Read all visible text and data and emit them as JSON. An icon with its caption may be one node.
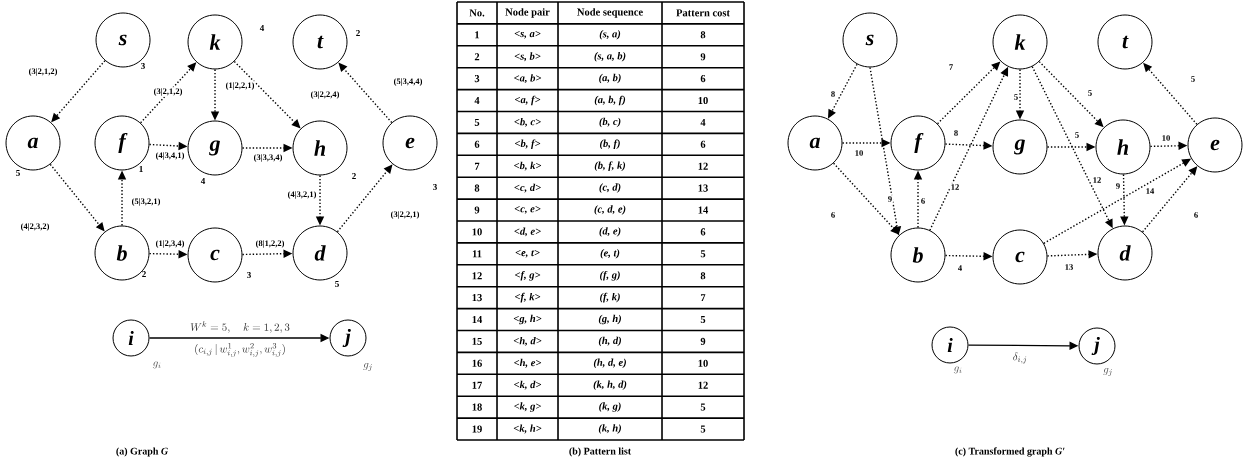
{
  "diagram": {
    "nodes": [
      {
        "text": [
          "s"
        ],
        "beside": [
          "3"
        ]
      },
      {
        "text": [
          "k"
        ],
        "beside": [
          "4"
        ]
      },
      {
        "text": [
          "t"
        ],
        "beside": [
          "2"
        ]
      },
      {
        "text": [
          "a"
        ],
        "beside": [
          "5"
        ]
      },
      {
        "text": [
          "f"
        ],
        "beside": [
          "1"
        ]
      },
      {
        "text": [
          "g"
        ],
        "beside": [
          "4"
        ]
      },
      {
        "text": [
          "h"
        ],
        "beside": [
          "2"
        ]
      },
      {
        "text": [
          "e"
        ],
        "beside": [
          "3"
        ]
      },
      {
        "text": [
          "b"
        ],
        "beside": [
          "2"
        ]
      },
      {
        "text": [
          "c"
        ],
        "beside": [
          "3"
        ]
      },
      {
        "text": [
          "d"
        ],
        "beside": [
          "5"
        ]
      },
      {
        "text": [
          "i"
        ],
        "beside": [
          "g_{i}"
        ]
      },
      {
        "text": [
          "j"
        ],
        "beside": [
          "g_{j}"
        ]
      },
      {
        "text": [
          "s"
        ]
      },
      {
        "text": [
          "k"
        ]
      },
      {
        "text": [
          "t"
        ]
      },
      {
        "text": [
          "a"
        ]
      },
      {
        "text": [
          "f"
        ]
      },
      {
        "text": [
          "g"
        ]
      },
      {
        "text": [
          "h"
        ]
      },
      {
        "text": [
          "e"
        ]
      },
      {
        "text": [
          "b"
        ]
      },
      {
        "text": [
          "c"
        ]
      },
      {
        "text": [
          "d"
        ]
      },
      {
        "text": [
          "i"
        ],
        "beside": [
          "g_{i}"
        ]
      },
      {
        "text": [
          "j"
        ],
        "beside": [
          "g_{j}"
        ]
      }
    ],
    "edges": [
      {
        "from": 0,
        "to": 3,
        "arrow": "to",
        "style": "dashed",
        "label": "(3|2,1,2)"
      },
      {
        "from": 4,
        "to": 1,
        "arrow": "to",
        "style": "dashed",
        "label": "(3|2,1,2)"
      },
      {
        "from": 1,
        "to": 5,
        "arrow": "to",
        "style": "dashed",
        "label": "(1|2,2,1)"
      },
      {
        "from": 1,
        "to": 6,
        "arrow": "to",
        "style": "dashed",
        "label": "(3|2,2,4)"
      },
      {
        "from": 7,
        "to": 2,
        "arrow": "to",
        "style": "dashed",
        "label": "(5|3,4,4)"
      },
      {
        "from": 4,
        "to": 5,
        "arrow": "to",
        "style": "dashed",
        "label": "(4|3,4,1)"
      },
      {
        "from": 5,
        "to": 6,
        "arrow": "to",
        "style": "dashed",
        "label": "(3|3,3,4)"
      },
      {
        "from": 3,
        "to": 8,
        "arrow": "to",
        "style": "dashed",
        "label": "(4|2,3,2)"
      },
      {
        "from": 8,
        "to": 4,
        "arrow": "to",
        "style": "dashed",
        "label": "(5|3,2,1)"
      },
      {
        "from": 6,
        "to": 10,
        "arrow": "to",
        "style": "dashed",
        "label": "(4|3,2,1)"
      },
      {
        "from": 10,
        "to": 7,
        "arrow": "to",
        "style": "dashed",
        "label": "(3|2,2,1)"
      },
      {
        "from": 8,
        "to": 9,
        "arrow": "to",
        "style": "dashed",
        "label": "(1|2,3,4)"
      },
      {
        "from": 9,
        "to": 10,
        "arrow": "to",
        "style": "dashed",
        "label": "(8|1,2,2)"
      },
      {
        "from": 11,
        "to": 12,
        "arrow": "to",
        "label": "W^{k}=5,\\quad k=1,2,3"
      },
      {
        "from": 13,
        "to": 16,
        "arrow": "to",
        "style": "dashed",
        "label": "8"
      },
      {
        "from": 13,
        "to": 21,
        "arrow": "to",
        "style": "dashed",
        "label": "9"
      },
      {
        "from": 16,
        "to": 17,
        "arrow": "to",
        "style": "dashed",
        "label": "10"
      },
      {
        "from": 16,
        "to": 21,
        "arrow": "to",
        "style": "dashed",
        "label": "6"
      },
      {
        "from": 17,
        "to": 14,
        "arrow": "to",
        "style": "dashed",
        "label": "7"
      },
      {
        "from": 21,
        "to": 17,
        "arrow": "to",
        "style": "dashed",
        "label": "6"
      },
      {
        "from": 21,
        "to": 14,
        "arrow": "to",
        "style": "dashed",
        "label": "12"
      },
      {
        "from": 17,
        "to": 18,
        "arrow": "to",
        "style": "dashed",
        "label": "8"
      },
      {
        "from": 14,
        "to": 18,
        "arrow": "to",
        "style": "dashed",
        "label": "5"
      },
      {
        "from": 14,
        "to": 19,
        "arrow": "to",
        "style": "dashed",
        "label": "5"
      },
      {
        "from": 14,
        "to": 23,
        "arrow": "to",
        "style": "dashed",
        "label": "12"
      },
      {
        "from": 18,
        "to": 19,
        "arrow": "to",
        "style": "dashed",
        "label": "5"
      },
      {
        "from": 19,
        "to": 20,
        "arrow": "to",
        "style": "dashed",
        "label": "10"
      },
      {
        "from": 19,
        "to": 23,
        "arrow": "to",
        "style": "dashed",
        "label": "9"
      },
      {
        "from": 20,
        "to": 15,
        "arrow": "to",
        "style": "dashed",
        "label": "5"
      },
      {
        "from": 22,
        "to": 20,
        "arrow": "to",
        "style": "dashed",
        "label": "14"
      },
      {
        "from": 21,
        "to": 22,
        "arrow": "to",
        "style": "dashed",
        "label": "4"
      },
      {
        "from": 22,
        "to": 23,
        "arrow": "to",
        "style": "dashed",
        "label": "13"
      },
      {
        "from": 23,
        "to": 20,
        "arrow": "to",
        "style": "dashed",
        "label": "6"
      },
      {
        "from": 24,
        "to": 25,
        "arrow": "to",
        "label": "\\delta_{i,j}"
      }
    ],
    "labels": [
      "(c_{i,j}\\,|\\,w_{i,j}^{1},w_{i,j}^{2},w_{i,j}^{3})",
      "No.",
      "Node pair",
      "Node sequence",
      "Pattern cost",
      "1",
      "<s, a>",
      "(s, a)",
      "8",
      "2",
      "<s, b>",
      "(s, a, b)",
      "9",
      "3",
      "<a, b>",
      "(a, b)",
      "6",
      "4",
      "<a, f>",
      "(a, b, f)",
      "10",
      "5",
      "<b, c>",
      "(b, c)",
      "4",
      "6",
      "<b, f>",
      "(b, f)",
      "6",
      "7",
      "<b, k>",
      "(b, f, k)",
      "12",
      "8",
      "<c, d>",
      "(c, d)",
      "13",
      "9",
      "<c, e>",
      "(c, d, e)",
      "14",
      "10",
      "<d, e>",
      "(d, e)",
      "6",
      "11",
      "<e, t>",
      "(e, t)",
      "5",
      "12",
      "<f, g>",
      "(f, g)",
      "8",
      "13",
      "<f, k>",
      "(f, k)",
      "7",
      "14",
      "<g, h>",
      "(g, h)",
      "5",
      "15",
      "<h, d>",
      "(h, d)",
      "9",
      "16",
      "<h, e>",
      "(h, d, e)",
      "10",
      "17",
      "<k, d>",
      "(k, h, d)",
      "12",
      "18",
      "<k, g>",
      "(k, g)",
      "5",
      "19",
      "<k, h>",
      "(k, h)",
      "5",
      "(a)  Graph *G*",
      "(b)  Pattern list",
      "(c)  Transformed graph *G′*"
    ]
  }
}
